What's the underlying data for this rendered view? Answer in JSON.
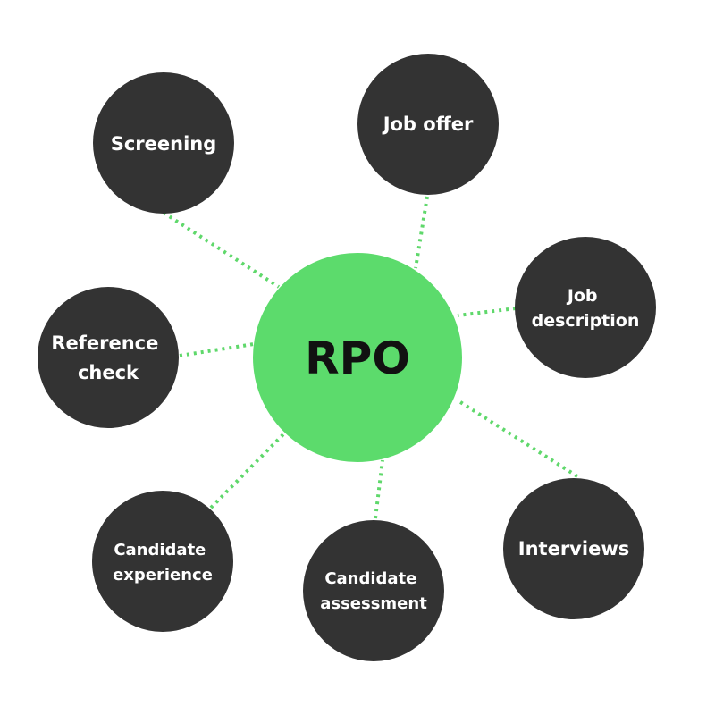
{
  "center": {
    "label": "RPO"
  },
  "nodes": {
    "screening": {
      "lines": [
        "Screening"
      ]
    },
    "job_offer": {
      "lines": [
        "Job offer"
      ]
    },
    "job_description": {
      "lines": [
        "Job",
        "description"
      ]
    },
    "reference_check": {
      "lines": [
        "Reference",
        "check"
      ]
    },
    "interviews": {
      "lines": [
        "Interviews"
      ]
    },
    "candidate_experience": {
      "lines": [
        "Candidate",
        "experience"
      ]
    },
    "candidate_assessment": {
      "lines": [
        "Candidate",
        "assessment"
      ]
    }
  },
  "colors": {
    "center_fill": "#5cdb6c",
    "node_fill": "#333333",
    "connector": "#5fd86b",
    "node_text": "#ffffff",
    "center_text": "#111111"
  }
}
